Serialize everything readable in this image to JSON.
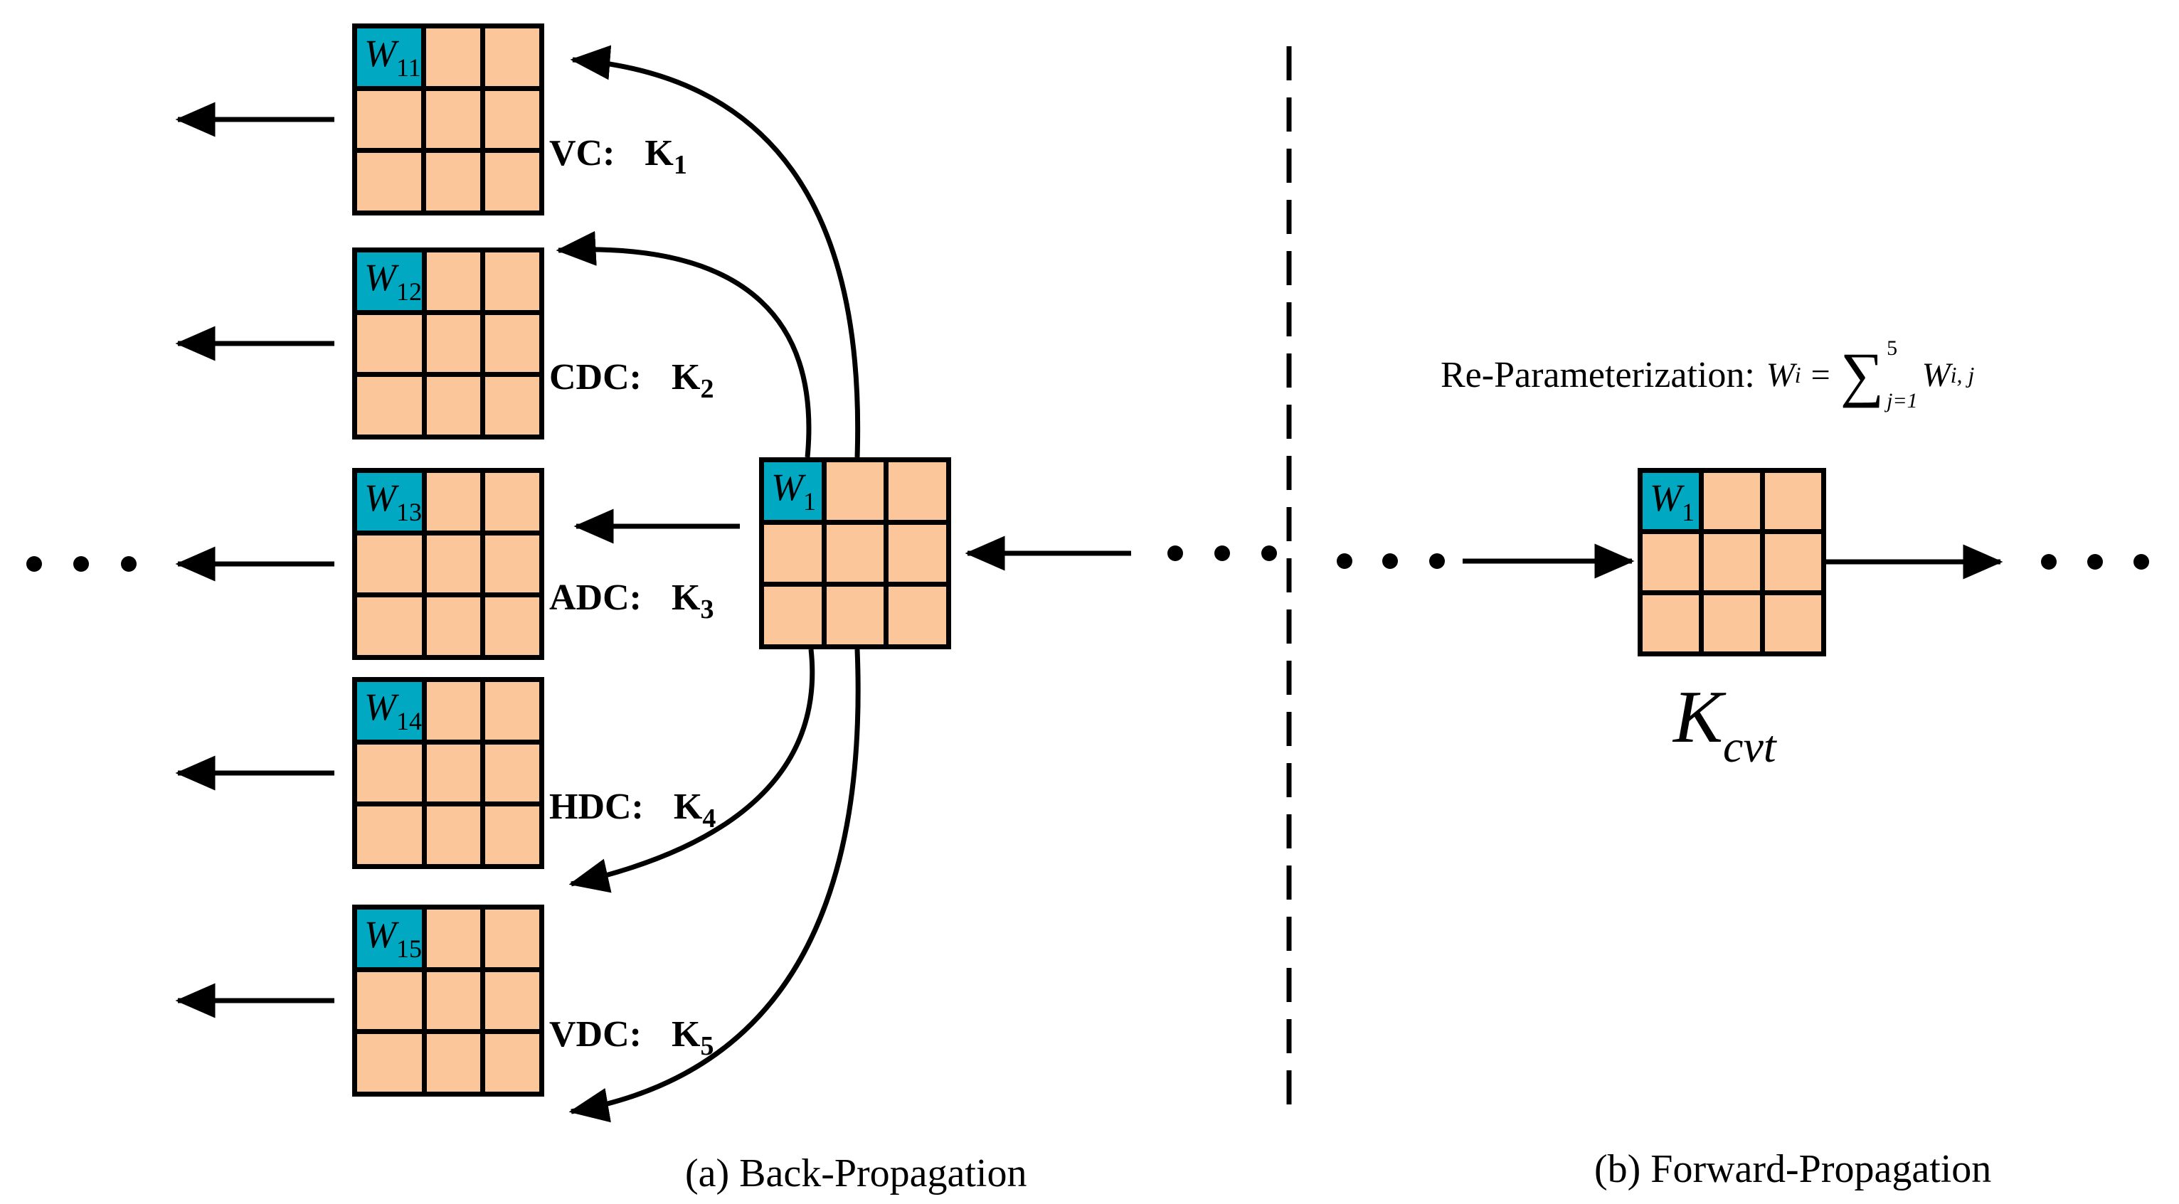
{
  "colors": {
    "highlight_cell": "#00A8C2",
    "kernel_cell": "#FAC69A",
    "line": "#000000",
    "background": "#FFFFFF"
  },
  "back": {
    "caption": "(a) Back-Propagation",
    "shared_kernel_cell": {
      "base": "W",
      "sub": "1"
    },
    "branches": [
      {
        "label": "VC:",
        "kernel": "K",
        "kernel_sub": "1",
        "cell": {
          "base": "W",
          "sub": "11"
        }
      },
      {
        "label": "CDC:",
        "kernel": "K",
        "kernel_sub": "2",
        "cell": {
          "base": "W",
          "sub": "12"
        }
      },
      {
        "label": "ADC:",
        "kernel": "K",
        "kernel_sub": "3",
        "cell": {
          "base": "W",
          "sub": "13"
        }
      },
      {
        "label": "HDC:",
        "kernel": "K",
        "kernel_sub": "4",
        "cell": {
          "base": "W",
          "sub": "14"
        }
      },
      {
        "label": "VDC:",
        "kernel": "K",
        "kernel_sub": "5",
        "cell": {
          "base": "W",
          "sub": "15"
        }
      }
    ]
  },
  "forward": {
    "caption": "(b) Forward-Propagation",
    "formula": {
      "prefix": "Re-Parameterization:",
      "lhs_base": "W",
      "lhs_sub": "i",
      "equals": "=",
      "sigma": "∑",
      "sum_upper": "5",
      "sum_lower": "j=1",
      "rhs_base": "W",
      "rhs_sub": "i, j"
    },
    "kernel_cell": {
      "base": "W",
      "sub": "1"
    },
    "kernel_label": {
      "base": "K",
      "sub": "cvt"
    }
  }
}
